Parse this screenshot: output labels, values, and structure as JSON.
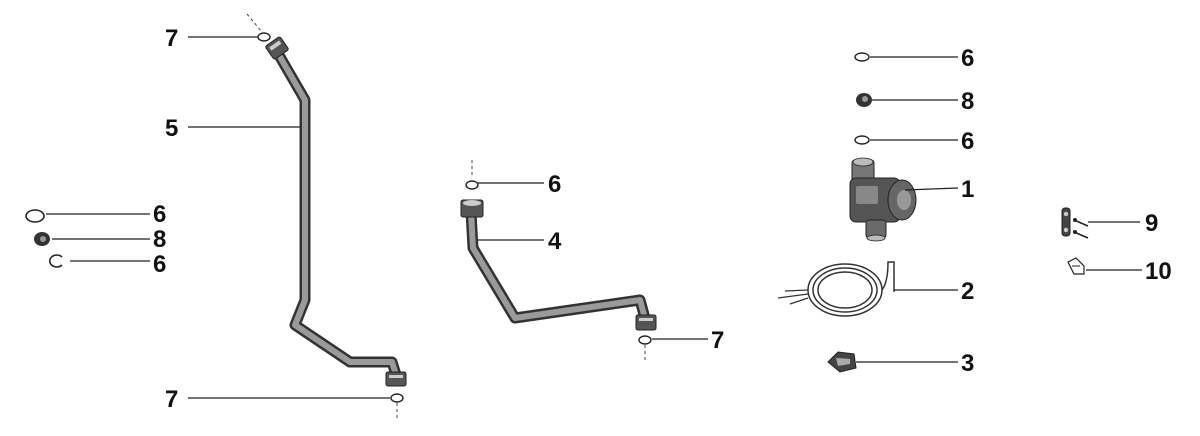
{
  "diagram": {
    "callouts": [
      {
        "id": "c7a",
        "label": "7"
      },
      {
        "id": "c5",
        "label": "5"
      },
      {
        "id": "c7b",
        "label": "7"
      },
      {
        "id": "c6a",
        "label": "6"
      },
      {
        "id": "c8a",
        "label": "8"
      },
      {
        "id": "c6b",
        "label": "6"
      },
      {
        "id": "c6c",
        "label": "6"
      },
      {
        "id": "c4",
        "label": "4"
      },
      {
        "id": "c7c",
        "label": "7"
      },
      {
        "id": "c6d",
        "label": "6"
      },
      {
        "id": "c8b",
        "label": "8"
      },
      {
        "id": "c6e",
        "label": "6"
      },
      {
        "id": "c1",
        "label": "1"
      },
      {
        "id": "c2",
        "label": "2"
      },
      {
        "id": "c3",
        "label": "3"
      },
      {
        "id": "c9",
        "label": "9"
      },
      {
        "id": "c10",
        "label": "10"
      }
    ],
    "colors": {
      "ink": "#111111",
      "pipe_fill": "#9a9a9a",
      "pipe_edge": "#333333",
      "part_dark": "#555555",
      "part_light": "#cccccc"
    }
  }
}
